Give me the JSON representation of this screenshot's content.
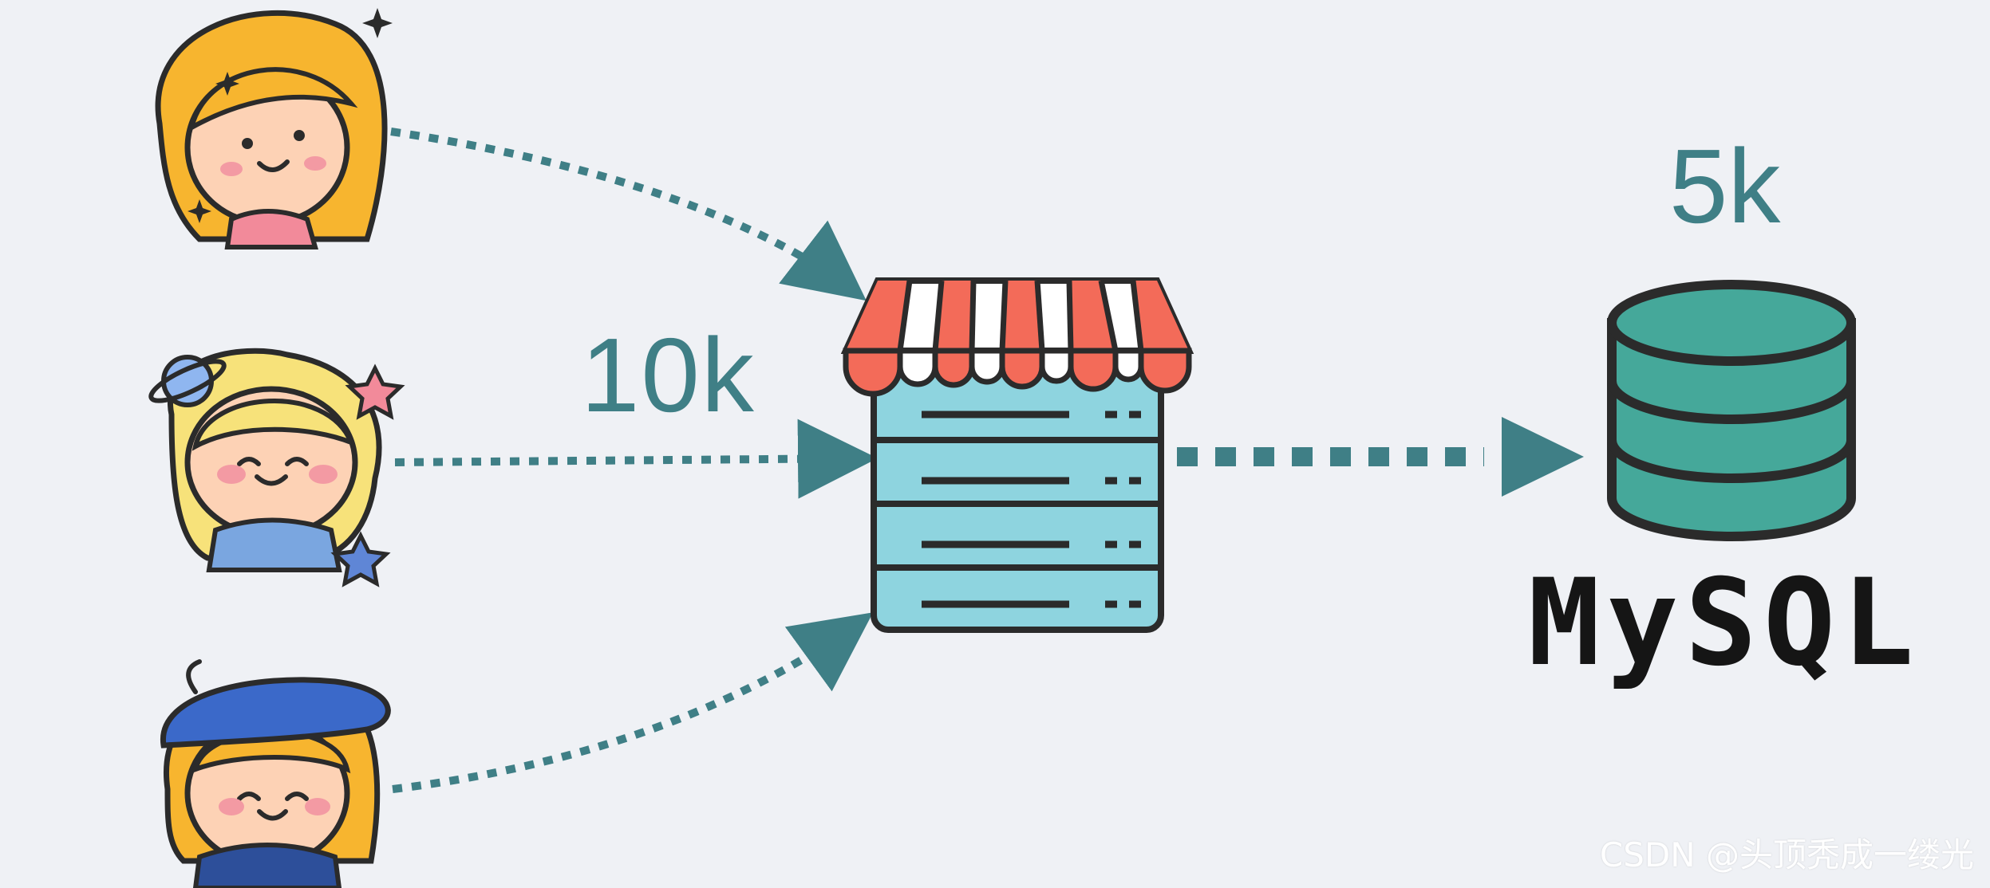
{
  "diagram": {
    "incoming_rate": "10k",
    "db_capacity": "5k",
    "db_name": "MySQL"
  },
  "watermark": "CSDN @头顶秃成一缕光",
  "colors": {
    "background": "#eff1f5",
    "arrow": "#3f7f86",
    "awning_red": "#f36b59",
    "server_blue": "#8ed4df",
    "db_teal": "#45a89a",
    "outline": "#2b2b2b"
  }
}
